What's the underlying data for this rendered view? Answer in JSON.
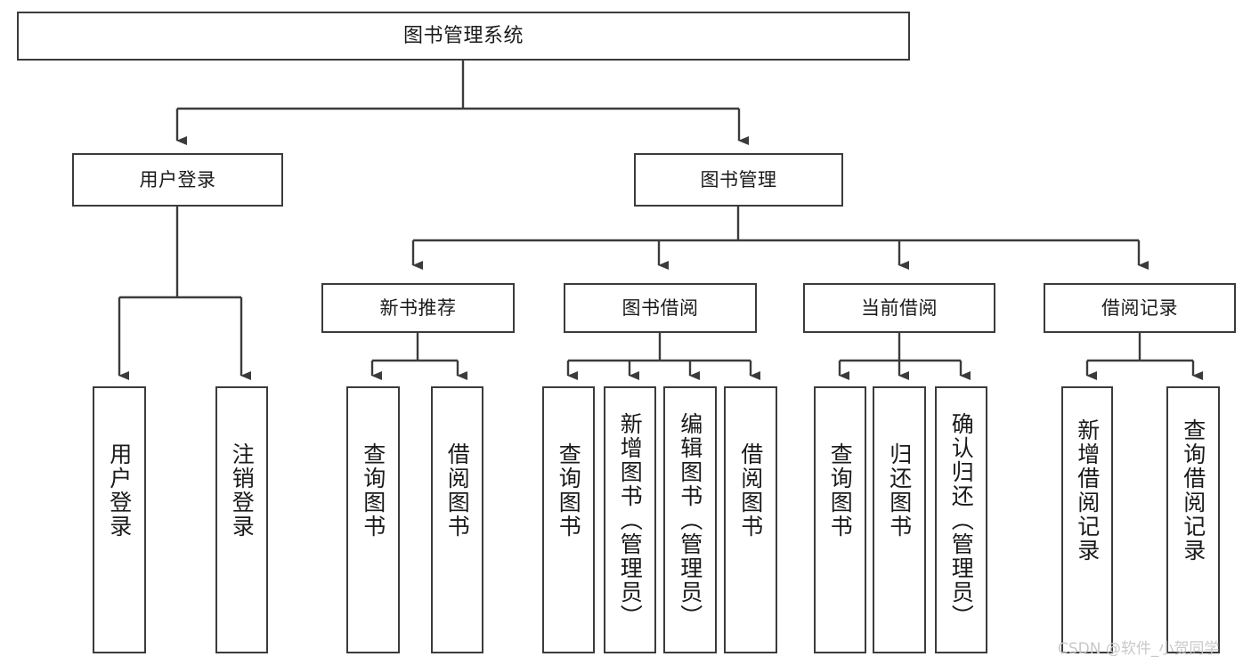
{
  "diagram": {
    "title": "图书管理系统",
    "type": "tree-hierarchy",
    "watermark": "CSDN @软件_小贺同学",
    "colors": {
      "box_border": "#3b3b3b",
      "box_fill": "#ffffff",
      "edge": "#3b3b3b",
      "text": "#1a1a1a",
      "watermark": "#c9c9c9",
      "background": "#ffffff"
    },
    "nodes": {
      "root": {
        "label": "图书管理系统"
      },
      "level2": [
        {
          "label": "用户登录"
        },
        {
          "label": "图书管理"
        }
      ],
      "level3": [
        {
          "label": "新书推荐"
        },
        {
          "label": "图书借阅"
        },
        {
          "label": "当前借阅"
        },
        {
          "label": "借阅记录"
        }
      ],
      "leaves_user_login": [
        {
          "label": "用户登录"
        },
        {
          "label": "注销登录"
        }
      ],
      "leaves_new_book": [
        {
          "label": "查询图书"
        },
        {
          "label": "借阅图书"
        }
      ],
      "leaves_borrow": [
        {
          "label": "查询图书"
        },
        {
          "label": "新增图书（管理员）"
        },
        {
          "label": "编辑图书（管理员）"
        },
        {
          "label": "借阅图书"
        }
      ],
      "leaves_current": [
        {
          "label": "查询图书"
        },
        {
          "label": "归还图书"
        },
        {
          "label": "确认归还（管理员）"
        }
      ],
      "leaves_record": [
        {
          "label": "新增借阅记录"
        },
        {
          "label": "查询借阅记录"
        }
      ]
    }
  }
}
